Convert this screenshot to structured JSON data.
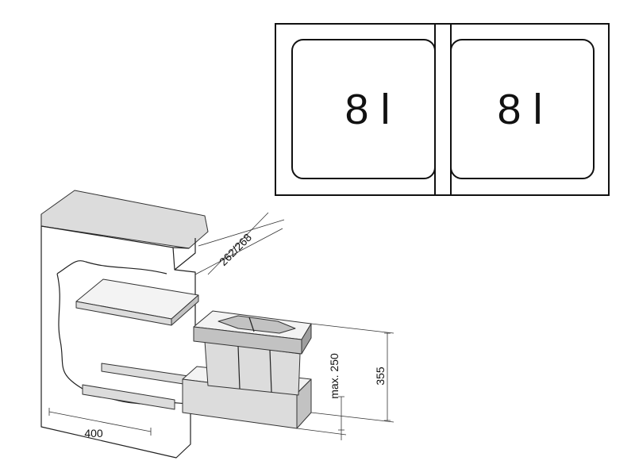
{
  "bin_plan": {
    "left_capacity": "8 l",
    "right_capacity": "8 l"
  },
  "dimensions": {
    "depth_label": "262/268",
    "width_label": "400",
    "height_label": "355",
    "max_height_label": "max. 250"
  },
  "colors": {
    "line": "#222222",
    "light_fill": "#dcdcdc",
    "mid_fill": "#c2c2c2",
    "dark_fill": "#9e9e9e"
  }
}
